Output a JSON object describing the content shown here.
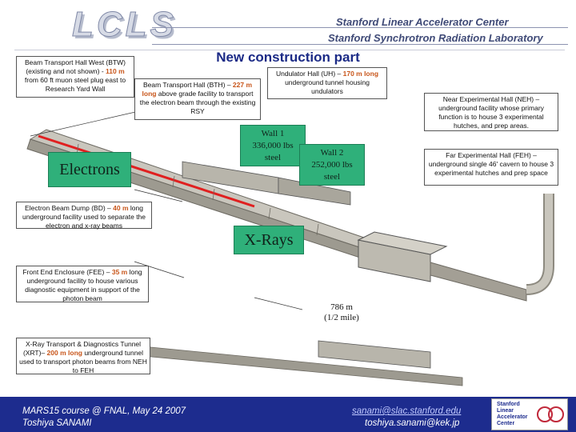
{
  "header": {
    "logo": "LCLS",
    "org_line1": "Stanford Linear Accelerator Center",
    "org_line2": "Stanford Synchrotron Radiation Laboratory"
  },
  "title": "New construction part",
  "labels": {
    "btw": {
      "pre": "Beam Transport Hall West (BTW) (existing and not shown) - ",
      "hl": "110 m",
      "post": " from 60 ft muon steel plug east to Research Yard Wall"
    },
    "bth": {
      "pre": "Beam Transport Hall (BTH) – ",
      "hl1": "227",
      "hl2": "m long",
      "post": " above grade facility to transport the electron beam through the existing RSY"
    },
    "uh": {
      "pre": "Undulator Hall (UH) – ",
      "hl": "170 m long",
      "post": " underground tunnel housing undulators"
    },
    "neh": "Near Experimental Hall (NEH) – underground facility whose primary function is to house 3 experimental hutches, and prep areas.",
    "feh": "Far Experimental Hall (FEH) – underground single 46' cavern to house 3 experimental hutches and prep space",
    "bd": {
      "pre": "Electron Beam Dump (BD) – ",
      "hl": "40 m",
      "post": " long underground facility used to separate the electron and x-ray beams"
    },
    "fee": {
      "pre": "Front End Enclosure (FEE) – ",
      "hl": "35 m",
      "post": " long underground facility to house various diagnostic equipment in support of the photon beam"
    },
    "xrt": {
      "pre": "X-Ray Transport & Diagnostics Tunnel (XRT)– ",
      "hl": "200 m long",
      "post": " underground tunnel used to transport photon beams from NEH to FEH"
    }
  },
  "callouts": {
    "wall1": [
      "Wall 1",
      "336,000 lbs",
      "steel"
    ],
    "wall2": [
      "Wall 2",
      "252,000 lbs",
      "steel"
    ],
    "electrons": "Electrons",
    "xrays": "X-Rays",
    "length": [
      "786 m",
      "(1/2 mile)"
    ]
  },
  "footer": {
    "line1": "MARS15 course @ FNAL, May 24 2007",
    "line2": "Toshiya SANAMI",
    "email1": "sanami@slac.stanford.edu",
    "email2": "toshiya.sanami@kek.jp",
    "logo_text": [
      "Stanford",
      "Linear",
      "Accelerator",
      "Center"
    ]
  },
  "colors": {
    "footer_bg": "#1d2c8e",
    "title": "#1b2a86",
    "highlight": "#c8561b",
    "callout_green": "#2fb07a",
    "electron_beam": "#e02020"
  }
}
